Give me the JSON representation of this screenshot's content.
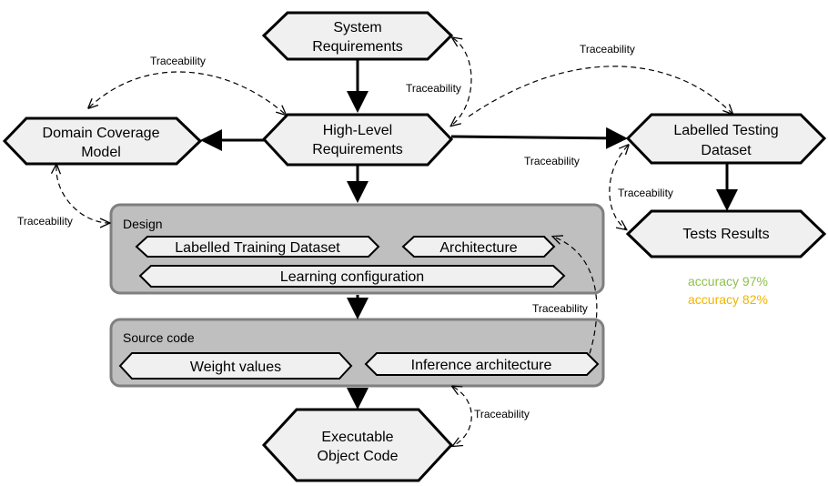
{
  "nodes": {
    "system_requirements": [
      "System",
      "Requirements"
    ],
    "high_level_requirements": [
      "High-Level",
      "Requirements"
    ],
    "domain_coverage_model": [
      "Domain Coverage",
      "Model"
    ],
    "labelled_testing_dataset": [
      "Labelled Testing",
      "Dataset"
    ],
    "tests_results": "Tests Results",
    "executable_object_code": [
      "Executable",
      "Object Code"
    ]
  },
  "design": {
    "title": "Design",
    "items": [
      "Labelled Training Dataset",
      "Architecture",
      "Learning configuration"
    ]
  },
  "source_code": {
    "title": "Source code",
    "items": [
      "Weight values",
      "Inference architecture"
    ]
  },
  "traceability_label": "Traceability",
  "accuracy": [
    {
      "text": "accuracy 97%",
      "color": "#8fc04f"
    },
    {
      "text": "accuracy 82%",
      "color": "#f0b400"
    }
  ]
}
